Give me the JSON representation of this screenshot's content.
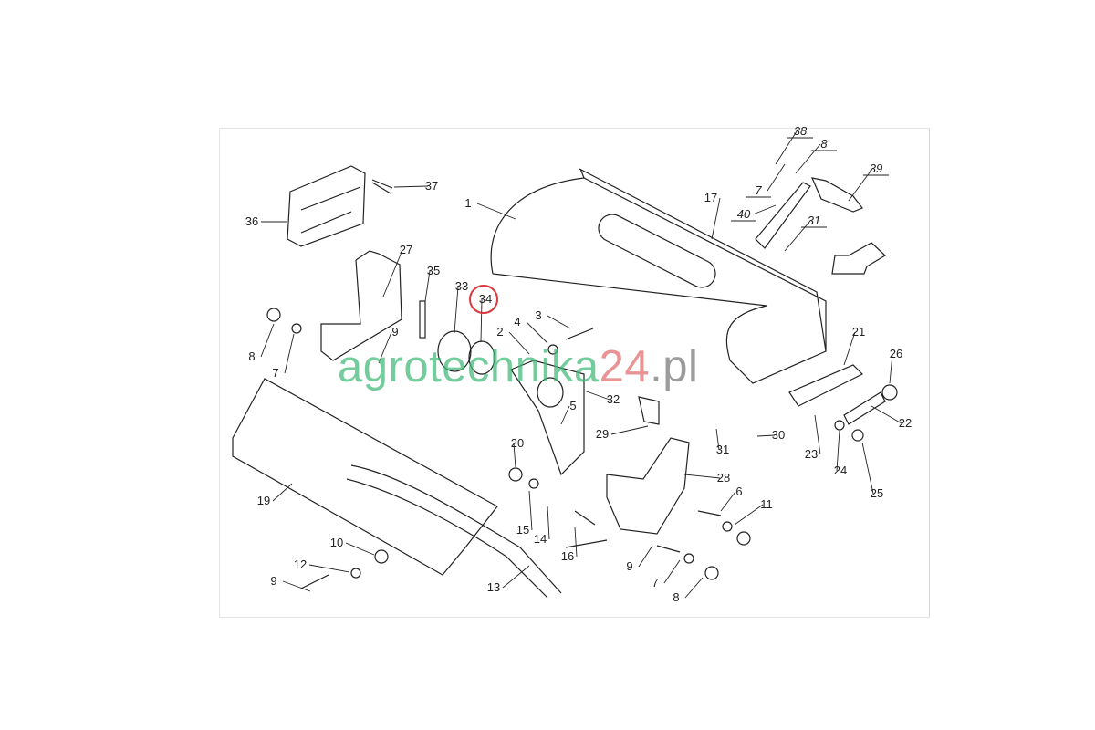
{
  "watermark": {
    "part1": "agrotechnika",
    "part2": "24",
    "part3": ".pl",
    "colors": {
      "part1": "#3fb877",
      "part2": "#e06b6b",
      "part3": "#777777"
    }
  },
  "highlight": {
    "part_number": "34",
    "color": "#d9363e"
  },
  "labels": [
    "38",
    "8",
    "39",
    "7",
    "40",
    "31",
    "17",
    "1",
    "37",
    "36",
    "27",
    "35",
    "33",
    "34",
    "3",
    "4",
    "2",
    "8",
    "7",
    "9",
    "21",
    "26",
    "32",
    "22",
    "5",
    "29",
    "31",
    "30",
    "23",
    "24",
    "25",
    "20",
    "28",
    "6",
    "11",
    "19",
    "15",
    "14",
    "16",
    "10",
    "12",
    "9",
    "13",
    "9",
    "7",
    "8"
  ]
}
